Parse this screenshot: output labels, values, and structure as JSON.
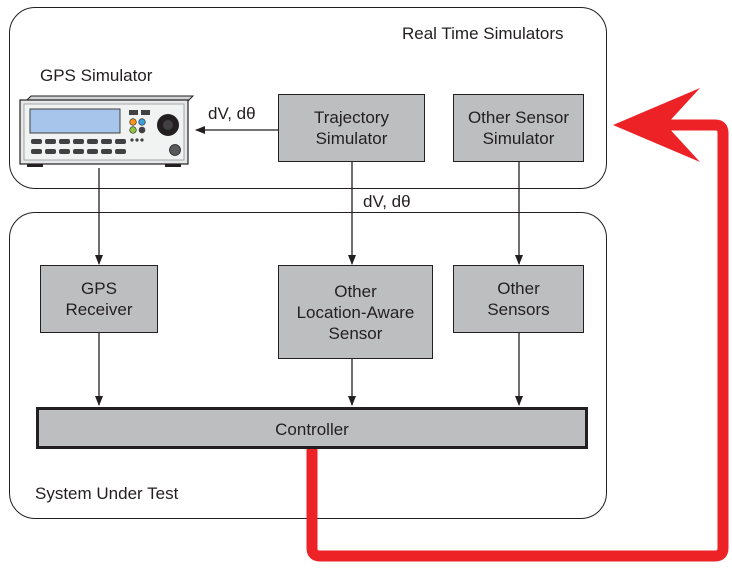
{
  "groups": {
    "real_time": "Real Time Simulators",
    "system_under_test": "System Under Test"
  },
  "gps_simulator_label": "GPS Simulator",
  "boxes": {
    "trajectory": "Trajectory\nSimulator",
    "other_sensor_sim": "Other Sensor\nSimulator",
    "gps_receiver": "GPS\nReceiver",
    "other_location": "Other\nLocation-Aware\nSensor",
    "other_sensors": "Other\nSensors",
    "controller": "Controller"
  },
  "arrow_labels": {
    "to_gps_sim": "dV, dθ",
    "to_location": "dV, dθ"
  },
  "colors": {
    "box_fill": "#bcbec0",
    "stroke": "#231f20",
    "feedback": "#ec2227"
  }
}
